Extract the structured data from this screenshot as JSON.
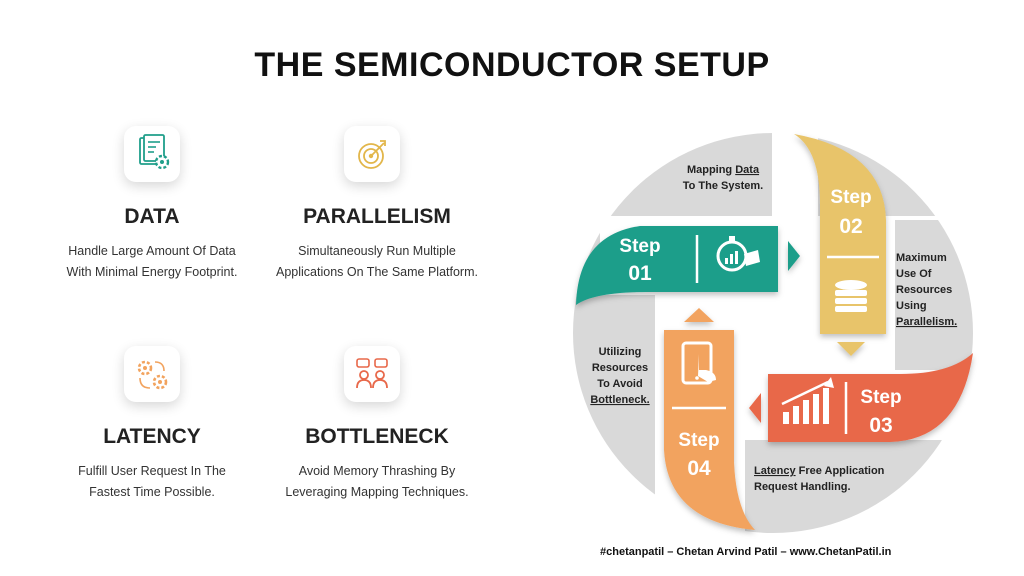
{
  "title": "THE SEMICONDUCTOR SETUP",
  "features": [
    {
      "heading": "DATA",
      "desc_line1": "Handle Large Amount Of Data",
      "desc_line2": "With Minimal Energy Footprint.",
      "icon": "data-settings-icon"
    },
    {
      "heading": "PARALLELISM",
      "desc_line1": "Simultaneously Run Multiple",
      "desc_line2": "Applications On The Same Platform.",
      "icon": "target-icon"
    },
    {
      "heading": "LATENCY",
      "desc_line1": "Fulfill User Request In The",
      "desc_line2": "Fastest Time Possible.",
      "icon": "gears-cycle-icon"
    },
    {
      "heading": "BOTTLENECK",
      "desc_line1": "Avoid Memory Thrashing By",
      "desc_line2": "Leveraging Mapping Techniques.",
      "icon": "people-chat-icon"
    }
  ],
  "steps": [
    {
      "label": "Step",
      "number": "01",
      "color": "#1f9e8a",
      "icon": "stopwatch-hand-icon"
    },
    {
      "label": "Step",
      "number": "02",
      "color": "#e8c46a",
      "icon": "database-icon"
    },
    {
      "label": "Step",
      "number": "03",
      "color": "#e8684a",
      "icon": "growth-chart-icon"
    },
    {
      "label": "Step",
      "number": "04",
      "color": "#f2a35e",
      "icon": "touch-tablet-icon"
    }
  ],
  "segment_notes": {
    "top": {
      "line1_prefix": "Mapping ",
      "line1_link": "Data",
      "line2": "To The System."
    },
    "right": {
      "line1": "Maximum",
      "line2": "Use Of",
      "line3": "Resources",
      "line4": "Using",
      "line5_link": "Parallelism."
    },
    "bottom": {
      "line1_link": "Latency",
      "line1_suffix": " Free Application",
      "line2": "Request Handling."
    },
    "left": {
      "line1": "Utilizing",
      "line2": "Resources",
      "line3": "To Avoid",
      "line4_link": "Bottleneck."
    }
  },
  "colors": {
    "ring": "#d9d9d9",
    "teal": "#1f9e8a",
    "yellow": "#e8c46a",
    "red": "#e8684a",
    "orange": "#f2a35e"
  },
  "footer": "#chetanpatil – Chetan Arvind Patil – www.ChetanPatil.in"
}
